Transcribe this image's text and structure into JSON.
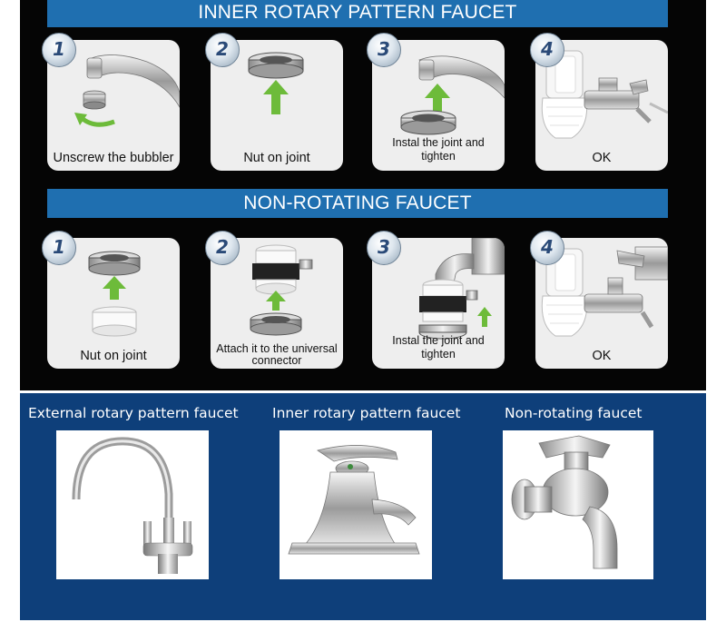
{
  "section_inner": {
    "title": "INNER ROTARY PATTERN FAUCET",
    "steps": [
      {
        "num": "1",
        "caption": "Unscrew the bubbler"
      },
      {
        "num": "2",
        "caption": "Nut on joint"
      },
      {
        "num": "3",
        "caption": "Instal the joint and tighten"
      },
      {
        "num": "4",
        "caption": "OK"
      }
    ]
  },
  "section_non": {
    "title": "NON-ROTATING FAUCET",
    "steps": [
      {
        "num": "1",
        "caption": "Nut on joint"
      },
      {
        "num": "2",
        "caption": "Attach it to the universal connector"
      },
      {
        "num": "3",
        "caption": "Instal the joint and tighten"
      },
      {
        "num": "4",
        "caption": "OK"
      }
    ]
  },
  "faucet_types": [
    {
      "label": "External rotary pattern faucet"
    },
    {
      "label": "Inner rotary pattern faucet"
    },
    {
      "label": "Non-rotating faucet"
    }
  ],
  "colors": {
    "banner": "#1f6fb0",
    "panel_dark": "#050505",
    "panel_blue": "#0e3f7a",
    "arrow_green": "#6dbb3a",
    "card_bg": "#eeeeee"
  }
}
